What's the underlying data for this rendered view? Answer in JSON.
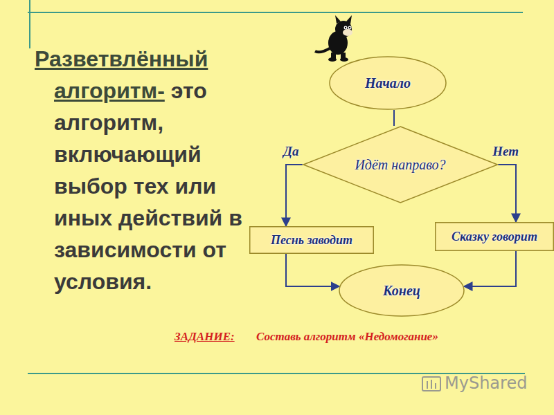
{
  "diagram": {
    "nodes": [
      {
        "text": [
          "Начало"
        ]
      },
      {
        "text": [
          "Идёт направо?"
        ]
      },
      {
        "text": [
          "Песнь заводит"
        ]
      },
      {
        "text": [
          "Сказку говорит"
        ]
      },
      {
        "text": [
          "Конец"
        ]
      }
    ],
    "edges": [
      {
        "from": 0,
        "to": 1,
        "arrow": "none"
      },
      {
        "from": 1,
        "to": 2,
        "label": "Да",
        "arrow": "to"
      },
      {
        "from": 1,
        "to": 3,
        "label": "Нет",
        "arrow": "to"
      },
      {
        "from": 2,
        "to": 4,
        "arrow": "to"
      },
      {
        "from": 3,
        "to": 4,
        "arrow": "to"
      }
    ],
    "labels": [
      "Разветвлённый алгоритм-",
      "это алгоритм, включающий выбор тех или иных действий в зависимости от условия.",
      "ЗАДАНИЕ:",
      "Составь алгоритм «Недомогание»",
      "MyShared"
    ]
  }
}
